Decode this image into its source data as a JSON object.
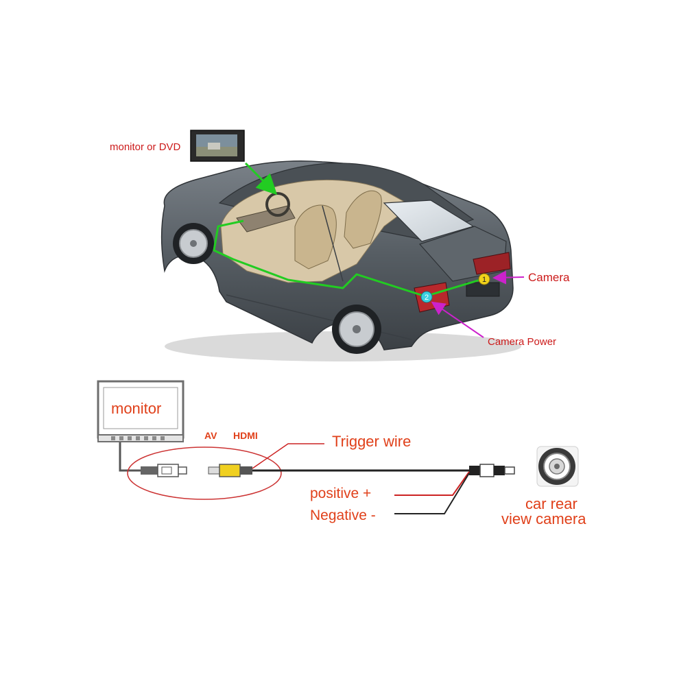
{
  "top_diagram": {
    "monitor_label": "monitor or DVD",
    "camera_label": "Camera",
    "camera_power_label": "Camera Power",
    "marker_1": "1",
    "marker_2": "2"
  },
  "wiring_diagram": {
    "monitor_label": "monitor",
    "av_label": "AV",
    "hdmi_label": "HDMI",
    "trigger_label": "Trigger wire",
    "positive_label": "positive +",
    "negative_label": "Negative -",
    "camera_label_line1": "car rear",
    "camera_label_line2": "view camera"
  },
  "colors": {
    "label_red": "#cc1a1a",
    "label_orange_red": "#e0401a",
    "wire_green": "#22cc22",
    "arrow_magenta": "#cc22cc",
    "car_body": "#5a6168",
    "interior": "#d8c8a8",
    "marker_yellow": "#f2d21b",
    "marker_cyan": "#3ccfe0",
    "rca_yellow": "#f0d020"
  }
}
